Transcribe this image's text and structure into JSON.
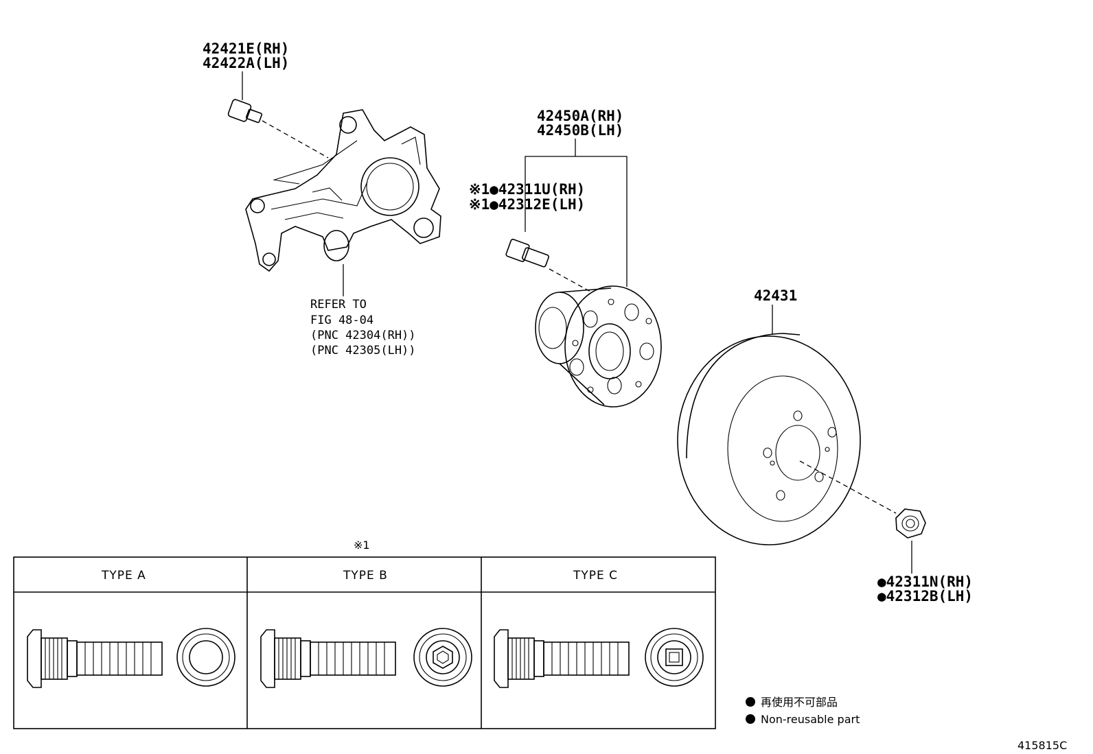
{
  "callouts": {
    "knuckle_bolt": [
      "42421E(RH)",
      "42422A(LH)"
    ],
    "refer": [
      "REFER TO",
      "FIG 48-04",
      "(PNC 42304(RH))",
      "(PNC 42305(LH))"
    ],
    "hub_assembly": [
      "42450A(RH)",
      "42450B(LH)"
    ],
    "hub_bolt": [
      "※1●42311U(RH)",
      "※1●42312E(LH)"
    ],
    "disc": "42431",
    "hub_nut": [
      "●42311N(RH)",
      "●42312B(LH)"
    ]
  },
  "table": {
    "note_mark": "※1",
    "types": [
      "TYPE A",
      "TYPE B",
      "TYPE C"
    ]
  },
  "legend": {
    "line_jp": "再使用不可部品",
    "line_en": "Non-reusable part"
  },
  "figure_code": "415815C"
}
